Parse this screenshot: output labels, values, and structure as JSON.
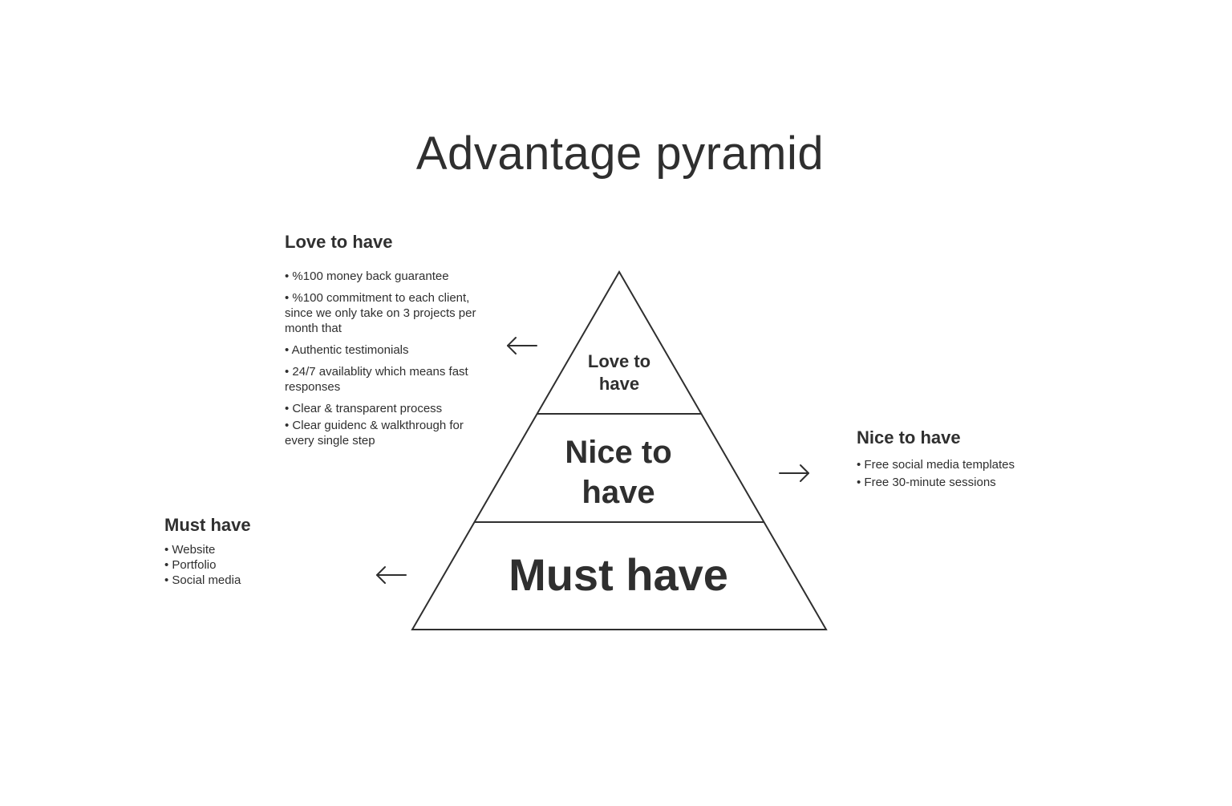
{
  "title": "Advantage pyramid",
  "pyramid": {
    "tiers": [
      {
        "label_lines": [
          "Love to",
          "have"
        ]
      },
      {
        "label_lines": [
          "Nice to",
          "have"
        ]
      },
      {
        "label_lines": [
          "Must have"
        ]
      }
    ]
  },
  "groups": {
    "love": {
      "heading": "Love to have",
      "items": [
        "• %100 money back guarantee",
        "• %100 commitment to each client, since we only take on 3 projects per month that",
        "• Authentic testimonials",
        "• 24/7 availablity which means fast responses",
        "• Clear & transparent process",
        "• Clear guidenc & walkthrough for every single step"
      ]
    },
    "nice": {
      "heading": "Nice to have",
      "items": [
        "• Free social media templates",
        "• Free 30-minute sessions"
      ]
    },
    "must": {
      "heading": "Must have",
      "items": [
        "• Website",
        "• Portfolio",
        "• Social media"
      ]
    }
  },
  "colors": {
    "text": "#2f2f2f",
    "line": "#2f2f2f",
    "background": "#ffffff"
  }
}
